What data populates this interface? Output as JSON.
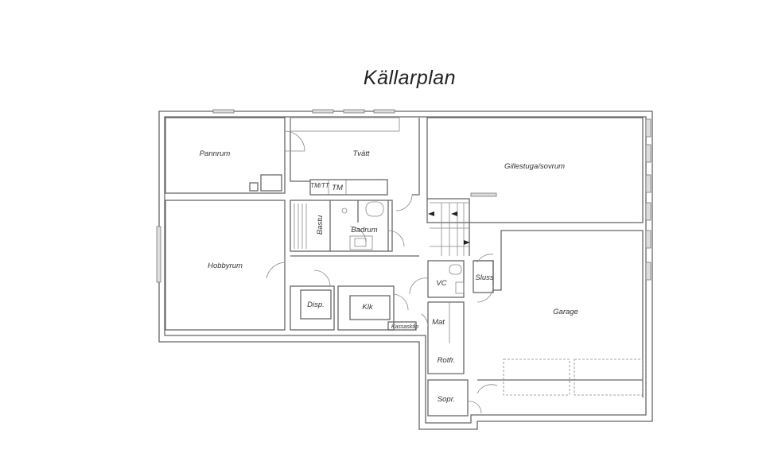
{
  "title": "Källarplan",
  "rooms": {
    "pannrum": "Pannrum",
    "tvatt": "Tvätt",
    "tm_tt": "TM/TT",
    "tm": "TM",
    "bastu": "Bastu",
    "badrum": "Badrum",
    "hobbyrum": "Hobbyrum",
    "disp": "Disp.",
    "klk": "Klk",
    "kassaskap": "Kassaskåp",
    "gillestuga": "Gillestuga/sovrum",
    "vc": "VC",
    "sluss": "Sluss",
    "mat": "Mat",
    "rotfr": "Rotfr.",
    "sopr": "Sopr.",
    "garage": "Garage"
  }
}
